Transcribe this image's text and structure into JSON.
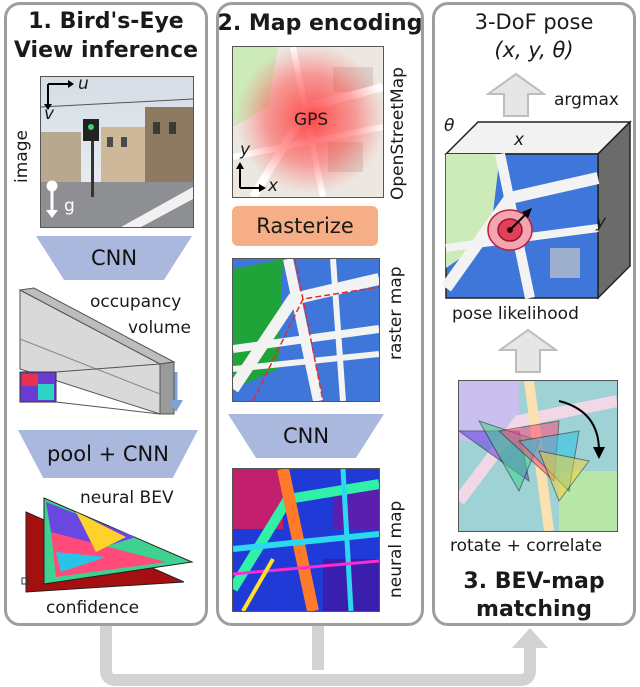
{
  "panel1": {
    "title_line1": "1. Bird's-Eye",
    "title_line2": "View inference",
    "image_label": "image",
    "axis_u": "u",
    "axis_v": "v",
    "axis_g": "g",
    "cnn1": "CNN",
    "occupancy_line1": "occupancy",
    "occupancy_line2": "volume",
    "pool_cnn": "pool + CNN",
    "neural_bev": "neural BEV",
    "confidence": "confidence"
  },
  "panel2": {
    "title": "2. Map encoding",
    "osm_label": "OpenStreetMap",
    "gps": "GPS",
    "axis_y": "y",
    "axis_x": "x",
    "rasterize": "Rasterize",
    "raster_label": "raster map",
    "cnn2": "CNN",
    "neural_label": "neural map"
  },
  "panel3": {
    "title_line1": "3-DoF pose",
    "title_line2": "(x, y, θ)",
    "argmax": "argmax",
    "theta": "θ",
    "cube_x": "x",
    "cube_y": "y",
    "pose_likelihood": "pose likelihood",
    "rotate_correlate": "rotate + correlate",
    "footer_line1": "3. BEV-map",
    "footer_line2": "matching"
  },
  "colors": {
    "border": "#9e9e9e",
    "cnn_blue": "#a9b8dc",
    "rasterize_orange": "#f5ae85",
    "arrow_gray": "#cfcfcf",
    "map_green": "#2a9d3a",
    "map_blue": "#3f76d9"
  }
}
